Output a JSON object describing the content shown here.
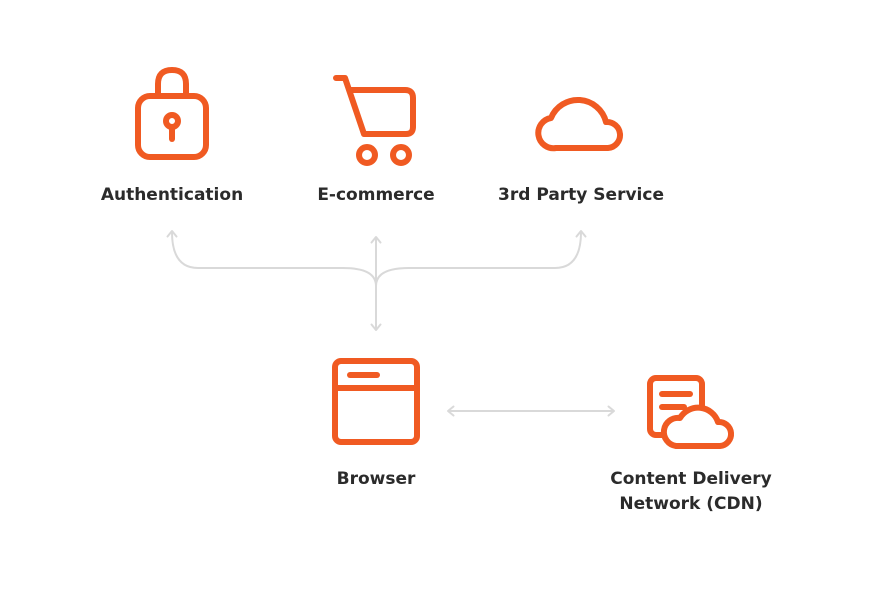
{
  "nodes": {
    "authentication": {
      "label": "Authentication",
      "icon": "lock-icon"
    },
    "ecommerce": {
      "label": "E-commerce",
      "icon": "shopping-cart-icon"
    },
    "third_party": {
      "label": "3rd Party Service",
      "icon": "cloud-icon"
    },
    "browser": {
      "label": "Browser",
      "icon": "browser-window-icon"
    },
    "cdn": {
      "label_line1": "Content Delivery",
      "label_line2": "Network (CDN)",
      "icon": "document-cloud-icon"
    }
  },
  "colors": {
    "icon": "#f05a22",
    "connector": "#d9d9d9",
    "text": "#2b2b2b"
  }
}
